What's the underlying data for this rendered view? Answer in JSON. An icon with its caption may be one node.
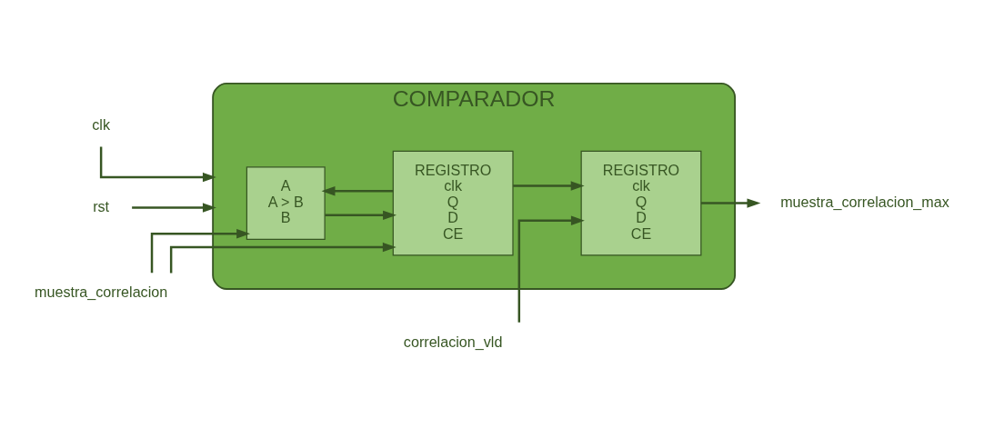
{
  "diagram": {
    "nodes": [
      {
        "text": [
          "clk"
        ]
      },
      {
        "text": [
          "rst"
        ]
      },
      {
        "text": [
          "muestra_correlacion"
        ]
      },
      {
        "text": [
          "correlacion_vld"
        ]
      },
      {
        "text": [
          "COMPARADOR"
        ]
      },
      {
        "text": [
          "A",
          "A > B",
          "B"
        ],
        "in": 4
      },
      {
        "text": [
          "REGISTRO",
          "clk",
          "Q",
          "D",
          "CE"
        ],
        "in": 4
      },
      {
        "text": [
          "REGISTRO",
          "clk",
          "Q",
          "D",
          "CE"
        ],
        "in": 4
      },
      {
        "text": [
          "muestra_correlacion_max"
        ]
      }
    ],
    "edges": [
      {
        "from": 0,
        "to": 4,
        "arrow": "to"
      },
      {
        "from": 1,
        "to": 4,
        "arrow": "to"
      },
      {
        "from": 2,
        "to": 6,
        "arrow": "to"
      },
      {
        "from": 2,
        "to": 5,
        "arrow": "to"
      },
      {
        "from": 5,
        "to": 6,
        "arrow": "to"
      },
      {
        "from": 6,
        "to": 7,
        "arrow": "to"
      },
      {
        "from": 6,
        "to": 5,
        "arrow": "to"
      },
      {
        "from": 3,
        "to": 7,
        "arrow": "to"
      },
      {
        "from": 7,
        "to": 8,
        "arrow": "to"
      }
    ]
  }
}
